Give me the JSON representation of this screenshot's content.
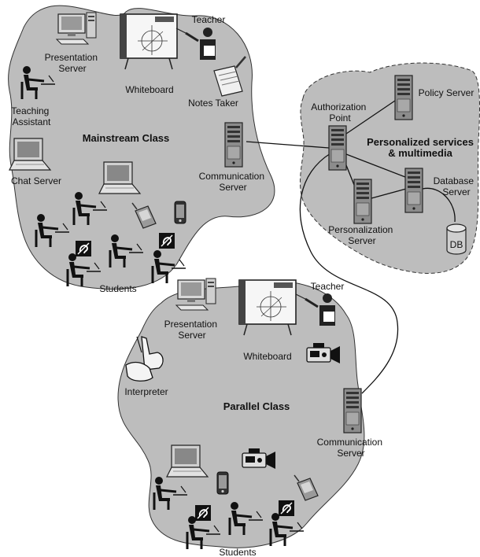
{
  "regions": {
    "mainstream": "Mainstream Class",
    "parallel": "Parallel Class",
    "personalized_line1": "Personalized services",
    "personalized_line2": "& multimedia"
  },
  "mainstream": {
    "presentation_server": [
      "Presentation",
      "Server"
    ],
    "whiteboard": "Whiteboard",
    "teacher": "Teacher",
    "notes_taker": "Notes Taker",
    "teaching_assistant": [
      "Teaching",
      "Assistant"
    ],
    "chat_server": "Chat Server",
    "communication_server": [
      "Communication",
      "Server"
    ],
    "students": "Students"
  },
  "services": {
    "authorization_point": [
      "Authorization",
      "Point"
    ],
    "policy_server": "Policy Server",
    "database_server": [
      "Database",
      "Server"
    ],
    "personalization_server": [
      "Personalization",
      "Server"
    ],
    "db": "DB"
  },
  "parallel": {
    "presentation_server": [
      "Presentation",
      "Server"
    ],
    "whiteboard": "Whiteboard",
    "teacher": "Teacher",
    "interpreter": "Interpreter",
    "communication_server": [
      "Communication",
      "Server"
    ],
    "students": "Students"
  },
  "colors": {
    "blob_fill": "#bdbdbd",
    "blob_stroke": "#333333",
    "server_fill": "#8c8c8c",
    "ink": "#111111"
  },
  "icons": [
    "server-icon",
    "monitor-icon",
    "whiteboard-icon",
    "teacher-icon",
    "notes-icon",
    "student-icon",
    "laptop-icon",
    "pda-icon",
    "phone-icon",
    "hearing-icon",
    "camera-icon",
    "database-icon",
    "hands-icon"
  ]
}
